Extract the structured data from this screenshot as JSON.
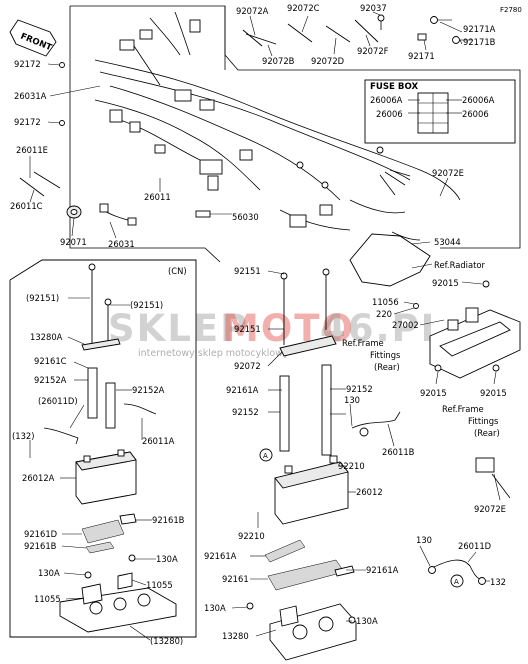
{
  "figure_code": "F2780",
  "front_label": "FRONT",
  "fuse_box_title": "FUSE BOX",
  "cn_label": "(CN)",
  "watermark": {
    "brand_left": "SKLEP",
    "brand_mid": "MOTO",
    "brand_right": "46.PL",
    "tagline": "internetowy sklep motocyklowy"
  },
  "labels": {
    "l92072a": "92072A",
    "l92072c": "92072C",
    "l92037": "92037",
    "l92171a": "92171A",
    "l92171b": "92171B",
    "l92171": "92171",
    "l92072b": "92072B",
    "l92072d": "92072D",
    "l92072f": "92072F",
    "l92172_top": "92172",
    "l26031a": "26031A",
    "l92172_mid": "92172",
    "l26006a_l": "26006A",
    "l26006_l": "26006",
    "l26006a_r": "26006A",
    "l26006_r": "26006",
    "l26011e": "26011E",
    "l26011c": "26011C",
    "l26011": "26011",
    "l92072e_top": "92072E",
    "l56030": "56030",
    "l92071": "92071",
    "l26031": "26031",
    "l53044": "53044",
    "l_ref_radiator": "Ref.Radiator",
    "l92015_top": "92015",
    "l92151_l1": "(92151)",
    "l92151_l2": "(92151)",
    "l13280a": "13280A",
    "l92161c": "92161C",
    "l92152a_l": "92152A",
    "l92152a_r": "92152A",
    "l26011d_l": "(26011D)",
    "l132_l": "(132)",
    "l26011a": "26011A",
    "l26012a": "26012A",
    "l92161b": "92161B",
    "l92161d": "92161D",
    "l92161b2": "92161B",
    "l130a_l1": "130A",
    "l130a_l2": "130A",
    "l11055_r": "11055",
    "l11055_l": "11055",
    "l13280_l": "(13280)",
    "l92151_m1": "92151",
    "l92151_m2": "92151",
    "l11056": "11056",
    "l220": "220",
    "l27002": "27002",
    "l_ref_frame1_a": "Ref.Frame",
    "l_ref_frame1_b": "Fittings",
    "l_ref_frame1_c": "(Rear)",
    "l92072_m": "92072",
    "l92161a_m": "92161A",
    "l92152_m1": "92152",
    "l92152_m2": "92152",
    "l130_m": "130",
    "l26011b": "26011B",
    "l92210_r": "92210",
    "l26012": "26012",
    "l92210_l": "92210",
    "l92161a_m2": "92161A",
    "l92161": "92161",
    "l92161a_m3": "92161A",
    "l130a_m1": "130A",
    "l13280_m": "13280",
    "l130a_m2": "130A",
    "l92015_l": "92015",
    "l92015_r": "92015",
    "l_ref_frame2_a": "Ref.Frame",
    "l_ref_frame2_b": "Fittings",
    "l_ref_frame2_c": "(Rear)",
    "l92072e_bot": "92072E",
    "l130_r": "130",
    "l26011d_r": "26011D",
    "l132_r": "132",
    "callout_a": "A"
  }
}
